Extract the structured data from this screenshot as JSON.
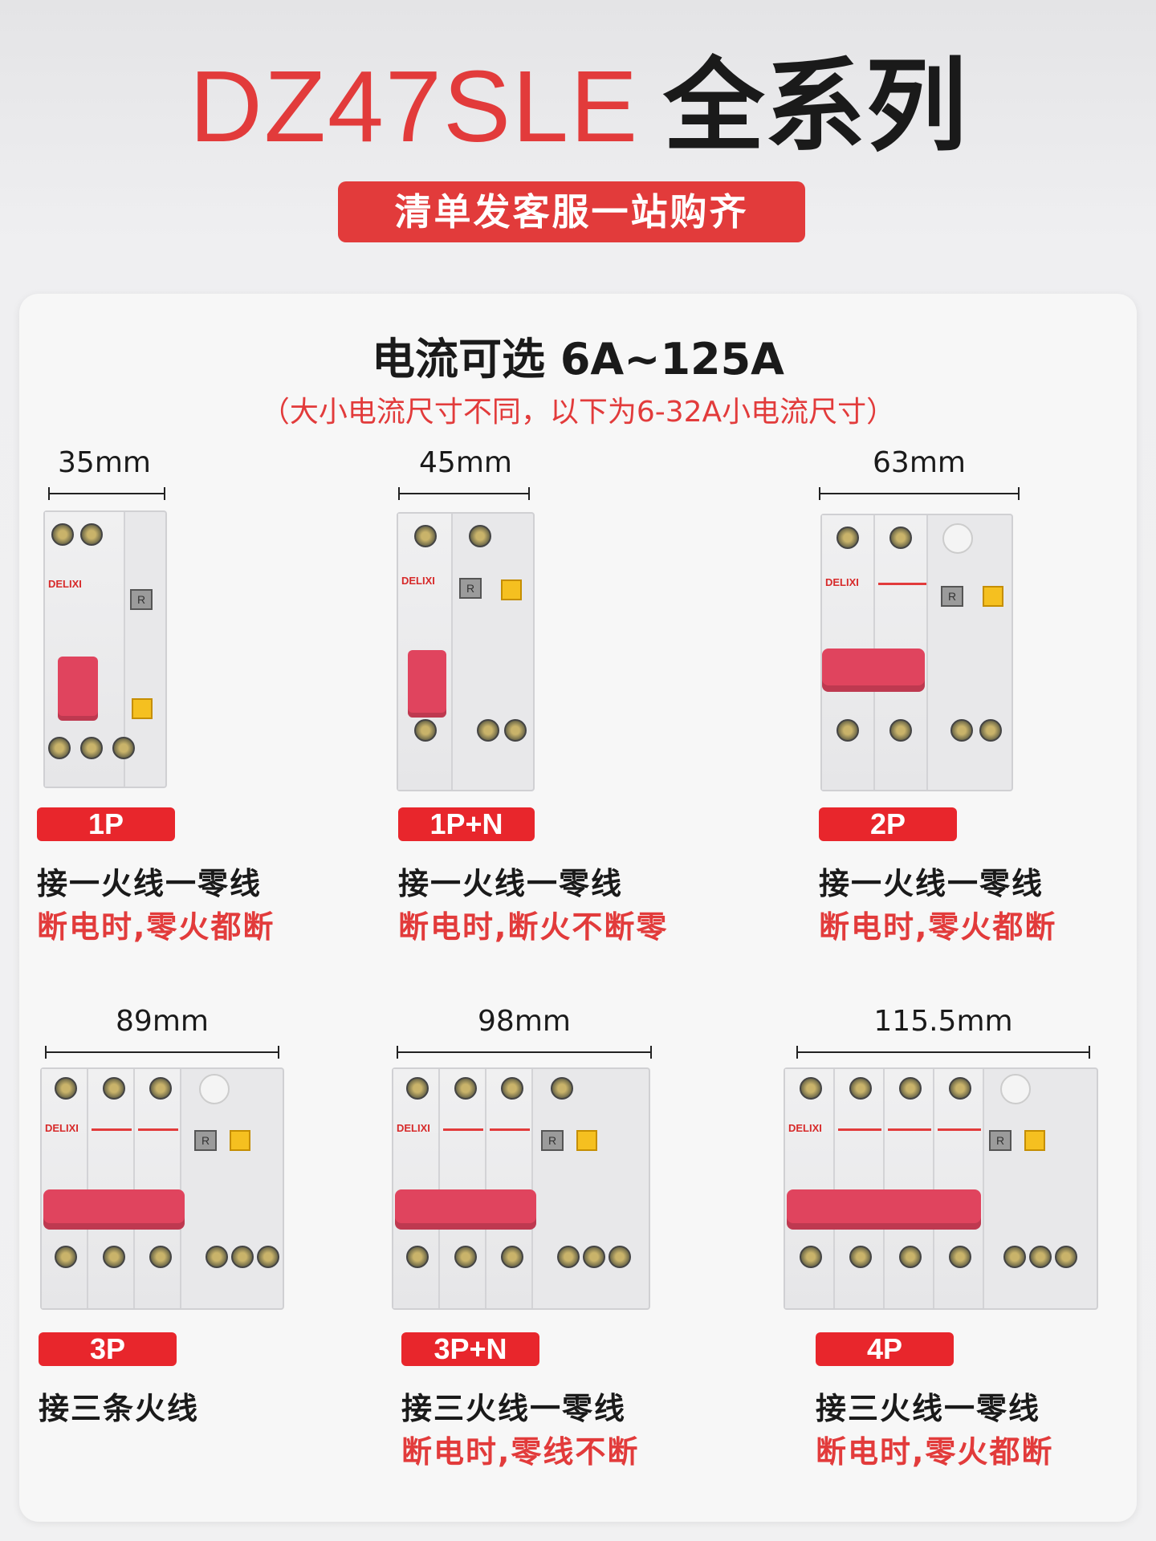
{
  "header": {
    "model": "DZ47SLE",
    "series": "全系列",
    "pill": "清单发客服一站购齐"
  },
  "current": {
    "title": "电流可选 6A~125A",
    "note": "（大小电流尺寸不同，以下为6-32A小电流尺寸）"
  },
  "brand": "DELIXI",
  "items": [
    {
      "width": "35mm",
      "tag": "1P",
      "line1": "接一火线一零线",
      "line2": "断电时,零火都断"
    },
    {
      "width": "45mm",
      "tag": "1P+N",
      "line1": "接一火线一零线",
      "line2": "断电时,断火不断零"
    },
    {
      "width": "63mm",
      "tag": "2P",
      "line1": "接一火线一零线",
      "line2": "断电时,零火都断"
    },
    {
      "width": "89mm",
      "tag": "3P",
      "line1": "接三条火线",
      "line2": ""
    },
    {
      "width": "98mm",
      "tag": "3P+N",
      "line1": "接三火线一零线",
      "line2": "断电时,零线不断"
    },
    {
      "width": "115.5mm",
      "tag": "4P",
      "line1": "接三火线一零线",
      "line2": "断电时,零火都断"
    }
  ]
}
